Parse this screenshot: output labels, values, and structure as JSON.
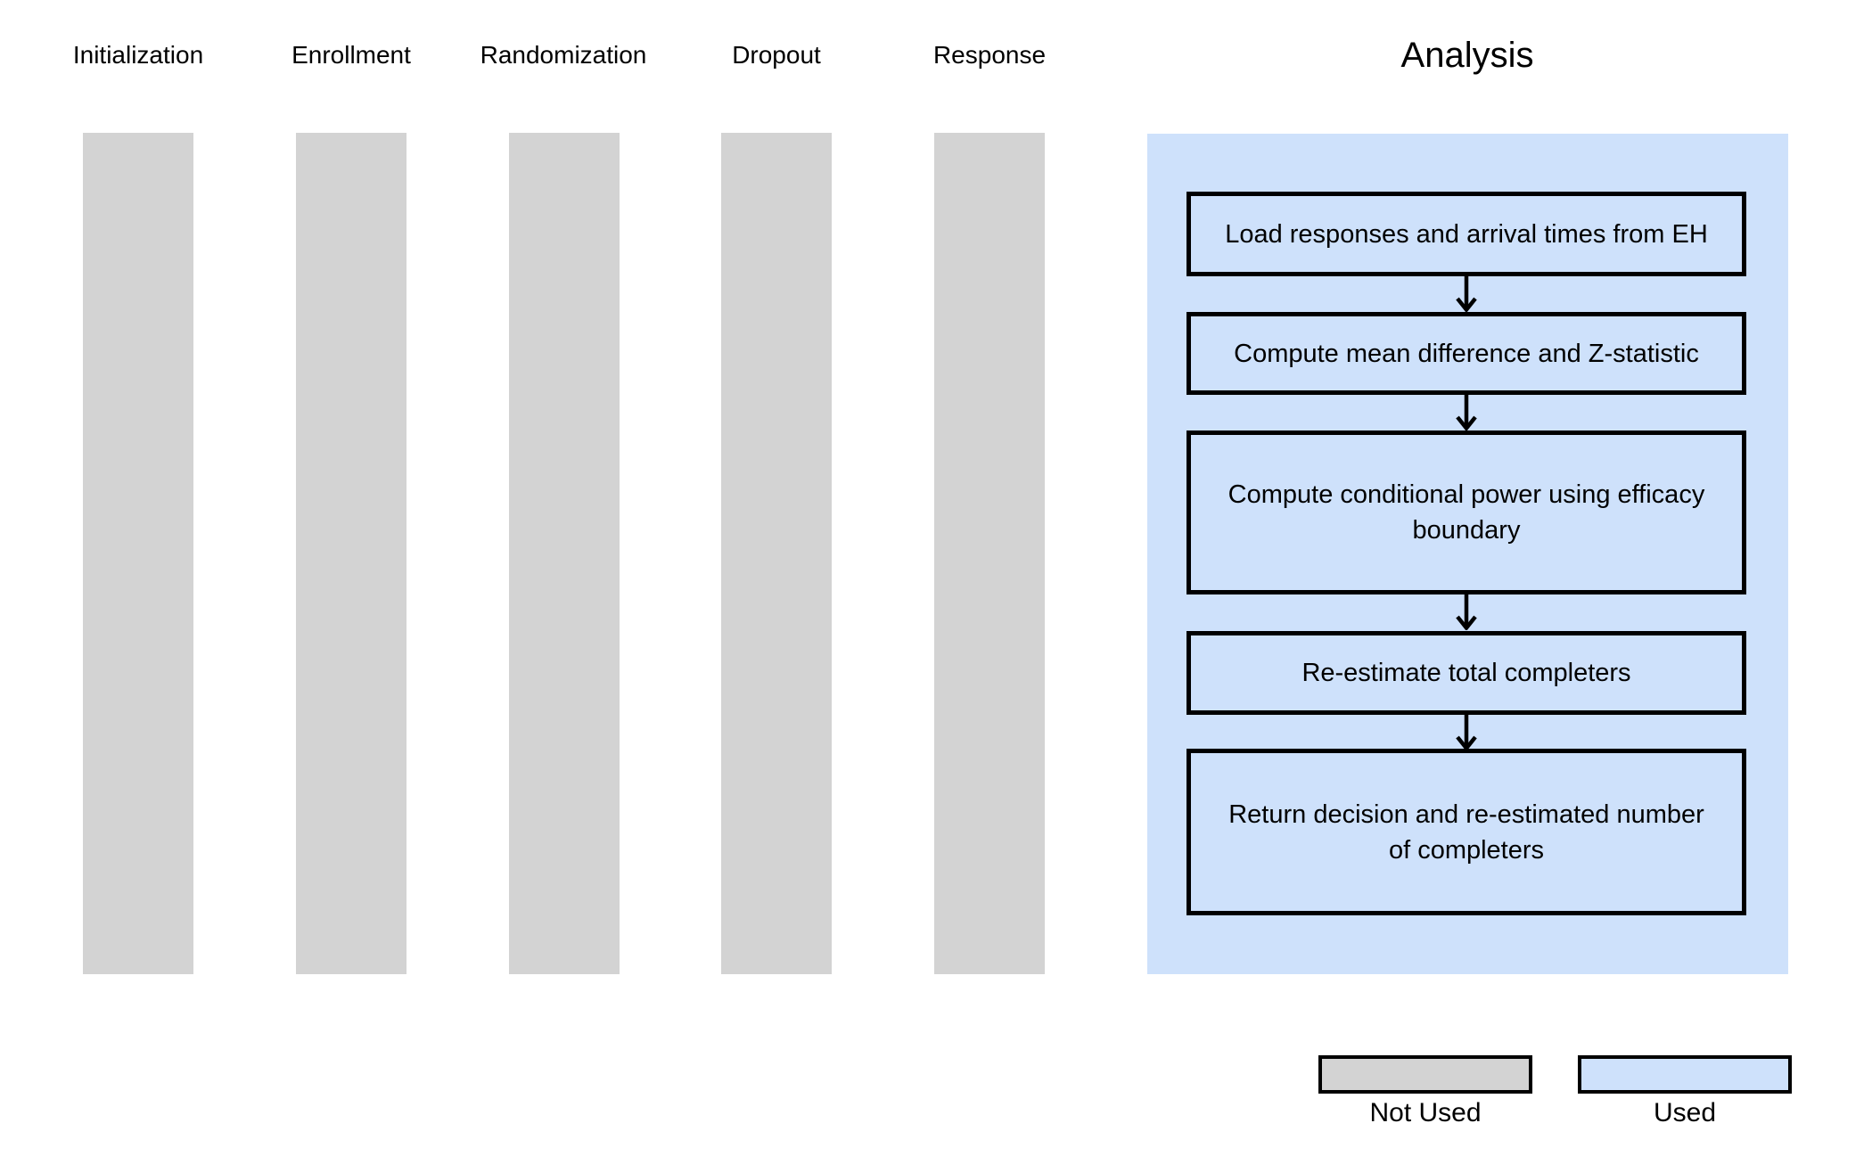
{
  "stages": [
    {
      "label": "Initialization",
      "used": false
    },
    {
      "label": "Enrollment",
      "used": false
    },
    {
      "label": "Randomization",
      "used": false
    },
    {
      "label": "Dropout",
      "used": false
    },
    {
      "label": "Response",
      "used": false
    }
  ],
  "analysis": {
    "title": "Analysis",
    "used": true,
    "steps": [
      {
        "lines": [
          "Load responses and arrival times from EH"
        ]
      },
      {
        "lines": [
          "Compute mean difference and Z-statistic"
        ]
      },
      {
        "lines": [
          "Compute conditional power using efficacy",
          "boundary"
        ]
      },
      {
        "lines": [
          "Re-estimate total completers"
        ]
      },
      {
        "lines": [
          "Return decision and re-estimated number",
          "of completers"
        ]
      }
    ]
  },
  "legend": {
    "not_used_label": "Not Used",
    "used_label": "Used"
  },
  "colors": {
    "not_used": "#d3d3d3",
    "used": "#cee1fb",
    "border": "#000000"
  }
}
